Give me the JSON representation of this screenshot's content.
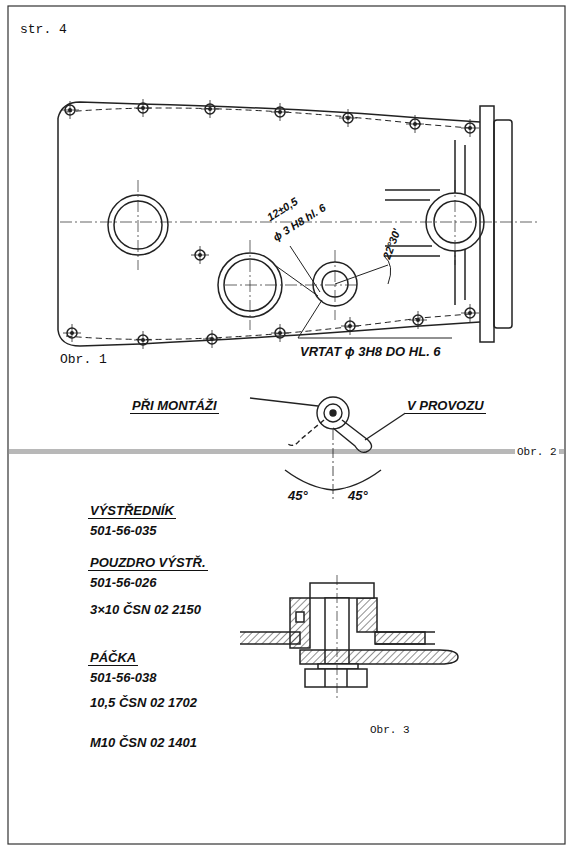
{
  "diagram": {
    "labels": [
      "str. 4",
      "12±0,5",
      "ϕ 3 H8 hl. 6",
      "22°30'",
      "Obr. 1",
      "VRTAT ϕ 3H8 DO HL. 6",
      "PŘI MONTÁŽI",
      "V PROVOZU",
      "Obr. 2",
      "45°",
      "45°",
      "VÝSTŘEDNÍK",
      "501-56-035",
      "POUZDRO VÝSTŘ.",
      "501-56-026",
      "3×10 ČSN 02 2150",
      "PÁČKA",
      "501-56-038",
      "10,5 ČSN 02 1702",
      "M10 ČSN 02 1401",
      "Obr. 3"
    ]
  }
}
